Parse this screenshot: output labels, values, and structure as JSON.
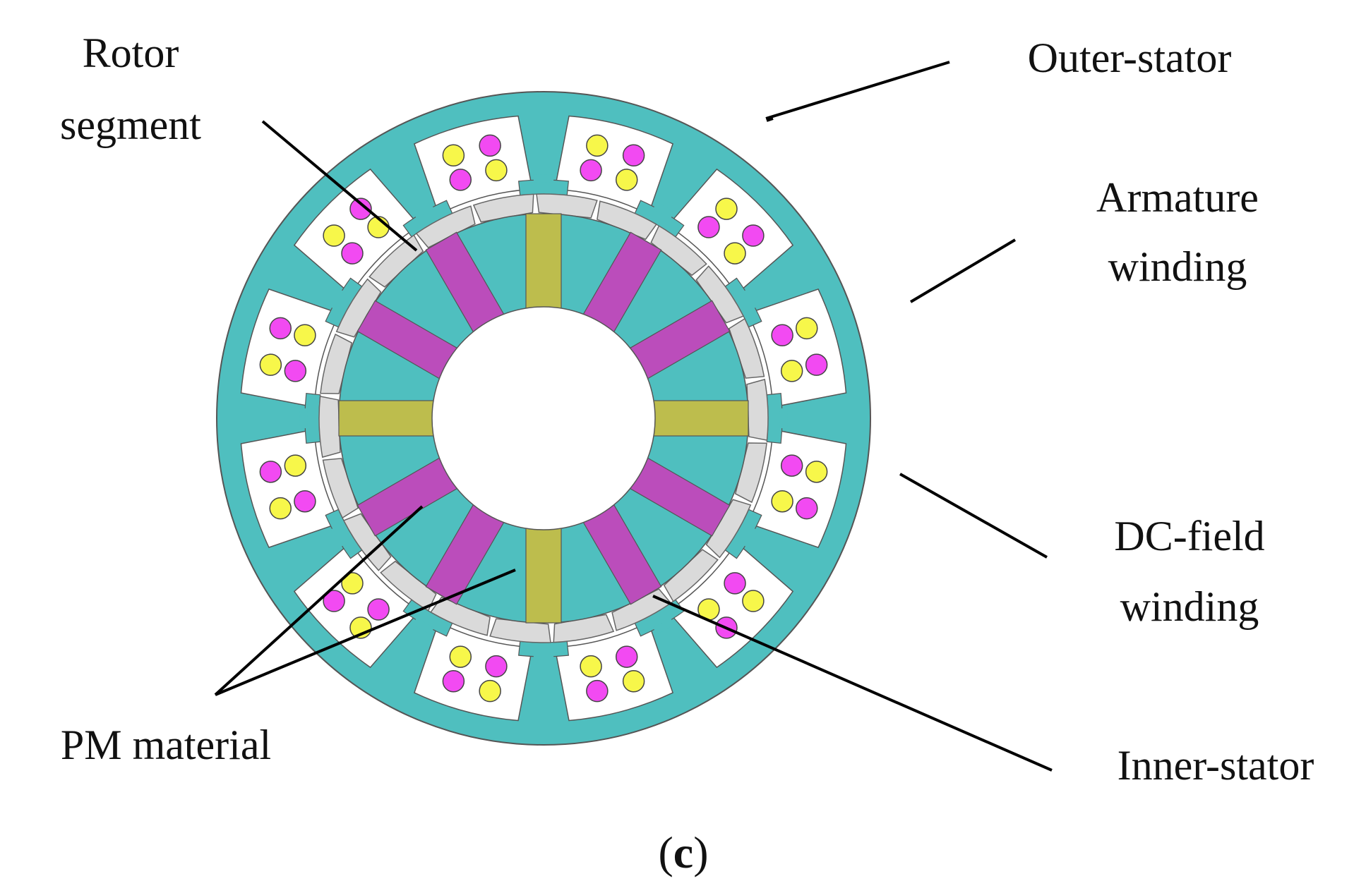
{
  "labels": {
    "rotor_segment_line1": "Rotor",
    "rotor_segment_line2": "segment",
    "outer_stator": "Outer-stator",
    "armature_winding_line1": "Armature",
    "armature_winding_line2": "winding",
    "dc_field_winding_line1": "DC-field",
    "dc_field_winding_line2": "winding",
    "pm_material": "PM material",
    "inner_stator": "Inner-stator"
  },
  "caption": {
    "open": "(",
    "letter": "c",
    "close": ")"
  },
  "structure": {
    "outer_stator_teeth": 12,
    "rotor_segments": 22,
    "inner_stator_pm_slots": 12,
    "coils_per_slot": 4
  },
  "colors": {
    "stator": "#4fbfbf",
    "rotor_segment": "#dadada",
    "pm_magenta": "#bb4dbb",
    "pm_olive": "#bdbd4d",
    "armature_coil": "#f7f74a",
    "dc_field_coil": "#f24af2",
    "slot_background": "#ffffff",
    "outline": "#555555"
  }
}
